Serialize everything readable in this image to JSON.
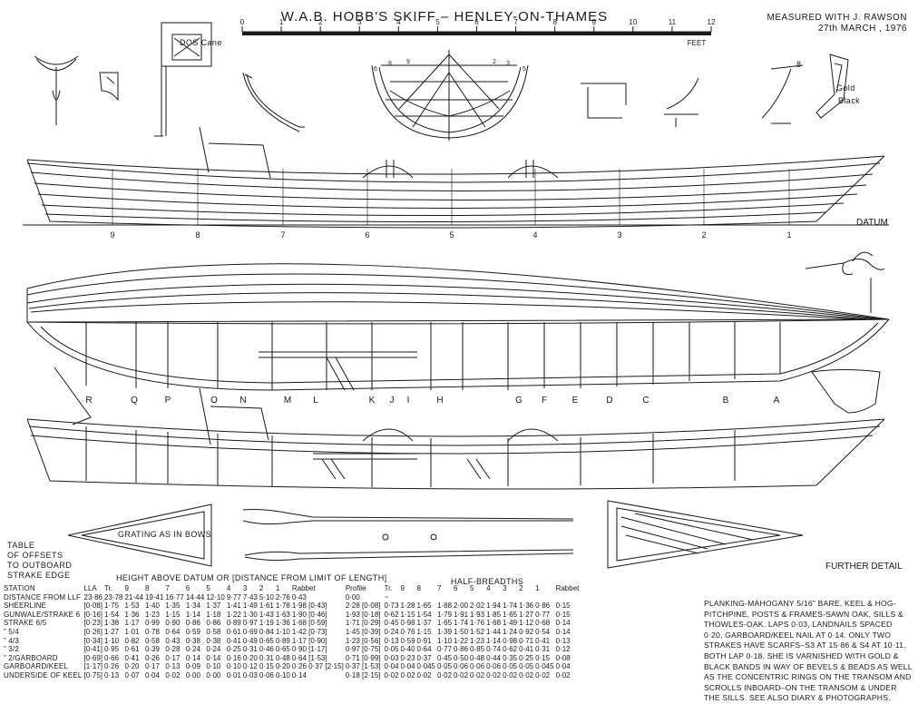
{
  "title": "W.A.B. HOBB'S SKIFF – HENLEY-ON-THAMES",
  "measured": [
    "MEASURED WITH J. RAWSON",
    "27th MARCH , 1976"
  ],
  "scale": {
    "ticks": [
      "0",
      "1",
      "2",
      "3",
      "4",
      "5",
      "6",
      "7",
      "8",
      "9",
      "10",
      "11",
      "12"
    ],
    "unit": "FEET"
  },
  "labels": {
    "dos_cane": "DOS Cane",
    "section_nums": [
      "6",
      "8",
      "9",
      "2",
      "3",
      "5"
    ],
    "gold": "Gold",
    "black": "Black",
    "b_arrow": "8",
    "datum": "DATUM",
    "stations": [
      "9",
      "8",
      "7",
      "6",
      "5",
      "4",
      "3",
      "2",
      "1"
    ],
    "frames": [
      "R",
      "Q",
      "P",
      "O",
      "N",
      "M",
      "L",
      "K",
      "J",
      "I",
      "H",
      "G",
      "F",
      "E",
      "D",
      "C",
      "B",
      "A"
    ],
    "grating": "GRATING AS IN BOWS",
    "further_detail": "FURTHER DETAIL"
  },
  "offsets_title": [
    "TABLE",
    "OF OFFSETS",
    "TO OUTBOARD",
    "STRAKE EDGE"
  ],
  "height_header": "HEIGHT ABOVE DATUM OR [DISTANCE FROM LIMIT OF LENGTH]",
  "half_header": "HALF-BREADTHS",
  "height_cols": [
    "LLA",
    "Tr.",
    "9",
    "8",
    "7",
    "6",
    "5",
    "4",
    "3",
    "2",
    "1",
    "Rabbet",
    "Profile"
  ],
  "half_cols": [
    "Tr.",
    "9",
    "8",
    "7",
    "6",
    "5",
    "4",
    "3",
    "2",
    "1",
    "Rabbet"
  ],
  "station_label": "STATION",
  "rows": [
    {
      "label": "DISTANCE FROM LLF",
      "h": [
        "23·86",
        "23·78",
        "21·44",
        "19·41",
        "16·77",
        "14·44",
        "12·10",
        "9·77",
        "7·43",
        "5·10",
        "2·76",
        "0·43",
        "0·00"
      ],
      "hb": [
        "~",
        "",
        "",
        "",
        "",
        "",
        "",
        "",
        "",
        "",
        "",
        ""
      ]
    },
    {
      "label": "SHEERLINE",
      "h": [
        "[0·08]",
        "1·75",
        "1·53",
        "1·40",
        "1·35",
        "1·34",
        "1·37",
        "1·41",
        "1·49",
        "1·61",
        "1·78",
        "1·98 [0·43]",
        "2·28 [0·08]"
      ],
      "hb": [
        "0·73",
        "1·28",
        "1·65",
        "1·88",
        "2·00",
        "2·02",
        "1·94",
        "1·74",
        "1·36",
        "0·86",
        "0·15"
      ]
    },
    {
      "label": "GUNWALE/STRAKE 6",
      "h": [
        "[0·16]",
        "1·54",
        "1·36",
        "1·23",
        "1·15",
        "1·14",
        "1·18",
        "1·22",
        "1·30",
        "1·43",
        "1·63",
        "1·90 [0·46]",
        "1·93 [0·18]"
      ],
      "hb": [
        "0·62",
        "1·15",
        "1·54",
        "1·79",
        "1·91",
        "1·93",
        "1·85",
        "1·65",
        "1·27",
        "0·77",
        "0·15"
      ]
    },
    {
      "label": "STRAKE 6/5",
      "h": [
        "[0·23]",
        "1·38",
        "1·17",
        "0·99",
        "0·90",
        "0·86",
        "0·86",
        "0·89",
        "0·97",
        "1·19",
        "1·36",
        "1·68 [0·59]",
        "1·71 [0·29]"
      ],
      "hb": [
        "0·45",
        "0·98",
        "1·37",
        "1·65",
        "1·74",
        "1·76",
        "1·68",
        "1·49",
        "1·12",
        "0·68",
        "0·14"
      ]
    },
    {
      "label": "” 5/4",
      "h": [
        "[0·26]",
        "1·27",
        "1·01",
        "0·78",
        "0·64",
        "0·59",
        "0·58",
        "0·61",
        "0·69",
        "0·84",
        "1·10",
        "1·42 [0·73]",
        "1·45 [0·39]"
      ],
      "hb": [
        "0·24",
        "0·76",
        "1·15",
        "1·39",
        "1·50",
        "1·52",
        "1·44",
        "1·24",
        "0·92",
        "0·54",
        "0·14"
      ]
    },
    {
      "label": "” 4/3",
      "h": [
        "[0·34]",
        "1·10",
        "0·82",
        "0·58",
        "0·43",
        "0·38",
        "0·38",
        "0·41",
        "0·49",
        "0·65",
        "0·89",
        "1·17 [0·90]",
        "1·23 [0·56]"
      ],
      "hb": [
        "0·13",
        "0·59",
        "0·91",
        "1·10",
        "1·22",
        "1·23",
        "1·14",
        "0·98",
        "0·71",
        "0·41",
        "0·13"
      ]
    },
    {
      "label": "” 3/2",
      "h": [
        "[0·41]",
        "0·95",
        "0·61",
        "0·39",
        "0·28",
        "0·24",
        "0·24",
        "0·25",
        "0·31",
        "0·46",
        "0·65",
        "0·90 [1·17]",
        "0·97 [0·75]"
      ],
      "hb": [
        "0·05",
        "0·40",
        "0·64",
        "0·77",
        "0·86",
        "0·85",
        "0·74",
        "0·62",
        "0·41",
        "0·31",
        "0·12"
      ]
    },
    {
      "label": "” 2/GARBOARD",
      "h": [
        "[0·69]",
        "0·66",
        "0·41",
        "0·26",
        "0·17",
        "0·14",
        "0·14",
        "0·16",
        "0·20",
        "0·31",
        "0·48",
        "0·64 [1·53]",
        "0·71 [0·99]"
      ],
      "hb": [
        "0·03",
        "0·23",
        "0·37",
        "0·45",
        "0·50",
        "0·48",
        "0·44",
        "0·35",
        "0·25",
        "0·15",
        "0·08"
      ]
    },
    {
      "label": "GARBOARD/KEEL",
      "h": [
        "[1·17]",
        "0·26",
        "0·20",
        "0·17",
        "0·13",
        "0·09",
        "0·10",
        "0·10",
        "0·12",
        "0·15",
        "0·20",
        "0·26 0·37 [2·15]",
        "0·37 [1·53]"
      ],
      "hb": [
        "0·04",
        "0·04",
        "0·045",
        "0·05",
        "0·06",
        "0·06",
        "0·06",
        "0·05",
        "0·05",
        "0·045",
        "0·04"
      ]
    },
    {
      "label": "UNDERSIDE OF KEEL",
      "h": [
        "[0·75]",
        "0·13",
        "0·07",
        "0·04",
        "0·02",
        "0·00",
        "0·00",
        "0·01",
        "0·03",
        "0·06",
        "0·10",
        "0·14",
        "0·18 [2·15]"
      ],
      "hb": [
        "0·02",
        "0·02",
        "0·02",
        "0·02",
        "0·02",
        "0·02",
        "0·02",
        "0·02",
        "0·02",
        "0·02",
        "0·02"
      ]
    }
  ],
  "notes": "PLANKING-MAHOGANY 5/16\" BARE, KEEL & HOG-PITCHPINE, POSTS & FRAMES-SAWN OAK, SILLS & THOWLES-OAK. LAPS 0·03, LANDNAILS SPACED 0·20, GARBOARD/KEEL NAIL AT 0·14. ONLY TWO STRAKES HAVE SCARFS–S3 AT 15·86 & S4 AT 10·11. BOTH LAP 0·18. SHE IS VARNISHED WITH GOLD & BLACK BANDS IN WAY OF BEVELS & BEADS AS WELL AS THE CONCENTRIC RINGS ON THE TRANSOM AND SCROLLS INBOARD–ON THE TRANSOM & UNDER THE SILLS. SEE ALSO DIARY & PHOTOGRAPHS."
}
